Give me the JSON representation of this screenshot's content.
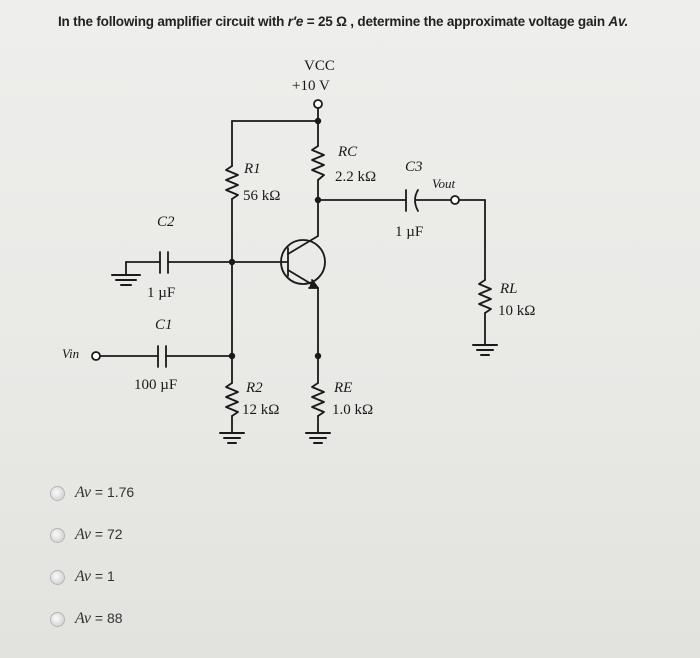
{
  "question": {
    "text_before": "In the following amplifier circuit with ",
    "symbol": "r′e",
    "text_after": " = 25 Ω , determine the approximate voltage gain ",
    "target": "Av."
  },
  "circuit": {
    "vcc_label": "VCC",
    "vcc_value": "+10 V",
    "rc_name": "RC",
    "rc_value": "2.2 kΩ",
    "r1_name": "R1",
    "r1_value": "56 kΩ",
    "c3_name": "C3",
    "c3_value": "1 µF",
    "vout_label": "Vout",
    "c2_name": "C2",
    "c2_value": "1 µF",
    "c1_name": "C1",
    "c1_value": "100 µF",
    "vin_label": "Vin",
    "rl_name": "RL",
    "rl_value": "10 kΩ",
    "r2_name": "R2",
    "r2_value": "12 kΩ",
    "re_name": "RE",
    "re_value": "1.0 kΩ"
  },
  "options": [
    {
      "label": "Av",
      "value": "= 1.76"
    },
    {
      "label": "Av",
      "value": "= 72"
    },
    {
      "label": "Av",
      "value": "= 1"
    },
    {
      "label": "Av",
      "value": "= 88"
    }
  ]
}
